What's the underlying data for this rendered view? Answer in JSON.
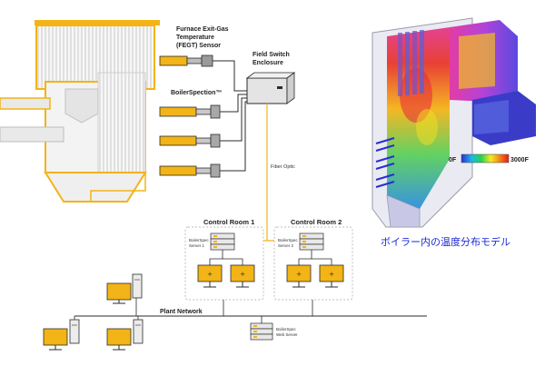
{
  "labels": {
    "fegt": [
      "Furnace Exit-Gas",
      "Temperature",
      "(FEGT) Sensor"
    ],
    "field_switch": [
      "Field Switch",
      "Enclosure"
    ],
    "boilerspection": "BoilerSpection™",
    "fiber_optic": "Fiber Optic",
    "control_room_1": "Control Room 1",
    "control_room_2": "Control Room 2",
    "server_1": [
      "BoilerSpec",
      "Server 1"
    ],
    "server_2": [
      "BoilerSpec",
      "Server 2"
    ],
    "plant_network": "Plant Network",
    "web_server": [
      "BoilerSpec",
      "Web Server"
    ]
  },
  "thermal_model": {
    "scale_min": "0F",
    "scale_max": "3000F",
    "caption": "ボイラー内の温度分布モデル"
  },
  "colors": {
    "accent_yellow": "#f2b416",
    "line_dark": "#2b2b2b",
    "caption_blue": "#1b2bd6"
  }
}
